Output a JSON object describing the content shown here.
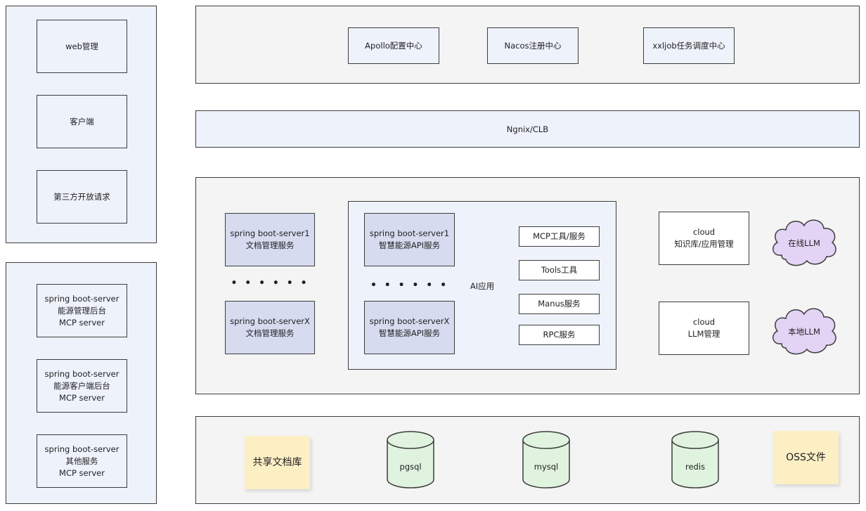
{
  "clients": {
    "web": "web管理",
    "client": "客户端",
    "third_party": "第三方开放请求"
  },
  "mcp_servers": [
    {
      "line1": "spring boot-server",
      "line2": "能源管理后台",
      "line3": "MCP server"
    },
    {
      "line1": "spring boot-server",
      "line2": "能源客户端后台",
      "line3": "MCP server"
    },
    {
      "line1": "spring boot-server",
      "line2": "其他服务",
      "line3": "MCP server"
    }
  ],
  "config_services": {
    "apollo": "Apollo配置中心",
    "nacos": "Nacos注册中心",
    "xxljob": "xxljob任务调度中心"
  },
  "gateway": "Ngnix/CLB",
  "doc_servers": {
    "first": {
      "line1": "spring boot-server1",
      "line2": "文档管理服务"
    },
    "ellipsis": "• • • • • •",
    "last": {
      "line1": "spring boot-serverX",
      "line2": "文档管理服务"
    }
  },
  "ai_app": {
    "label": "AI应用",
    "first": {
      "line1": "spring boot-server1",
      "line2": "智慧能源API服务"
    },
    "ellipsis": "• • • • • •",
    "last": {
      "line1": "spring boot-serverX",
      "line2": "智慧能源API服务"
    },
    "tools": [
      "MCP工具/服务",
      "Tools工具",
      "Manus服务",
      "RPC服务"
    ]
  },
  "cloud": {
    "kb": {
      "line1": "cloud",
      "line2": "知识库/应用管理"
    },
    "llm": {
      "line1": "cloud",
      "line2": "LLM管理"
    },
    "online_llm": "在线LLM",
    "local_llm": "本地LLM"
  },
  "storage": {
    "shared_docs": "共享文档库",
    "pgsql": "pgsql",
    "mysql": "mysql",
    "redis": "redis",
    "oss": "OSS文件"
  },
  "colors": {
    "panel_blue": "#eef2fb",
    "panel_gray": "#f4f4f4",
    "server_purple": "#d6dbf0",
    "cylinder_green": "#dff3df",
    "cloud_purple": "#e3d3f5",
    "sticky_yellow": "#fcefc4"
  }
}
